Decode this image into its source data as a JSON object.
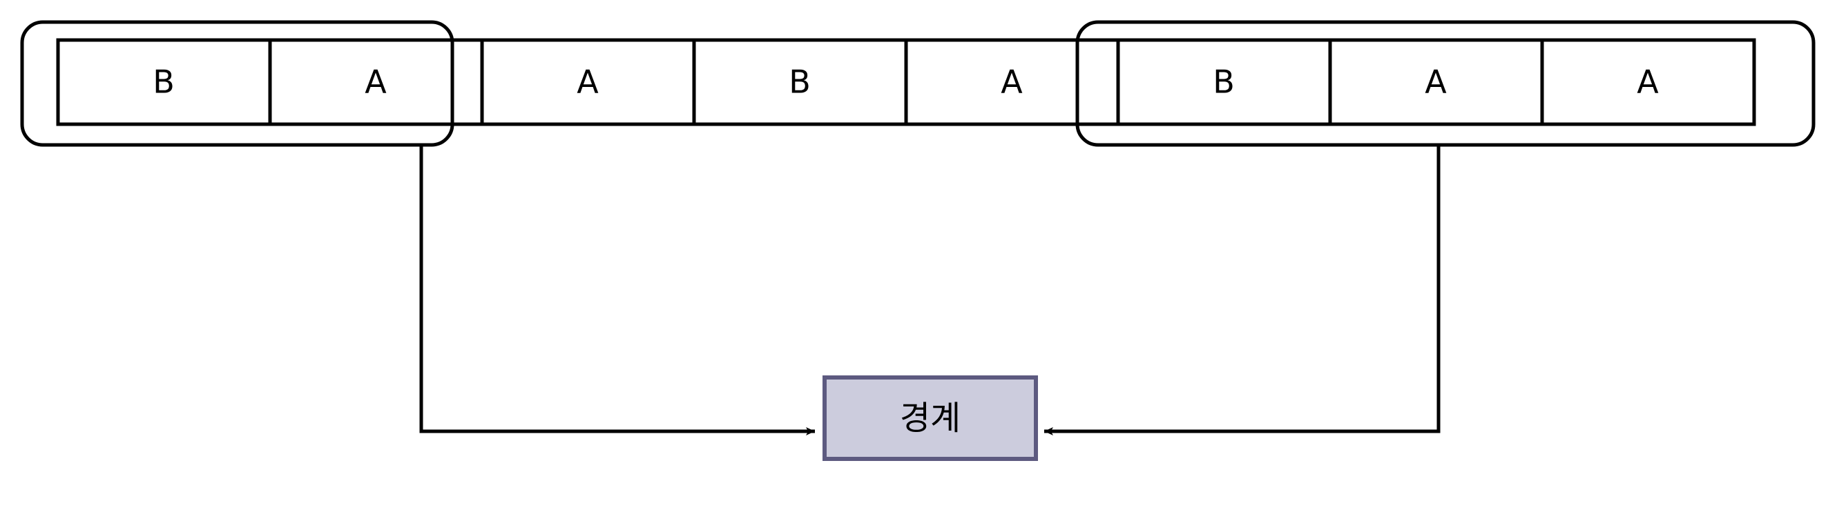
{
  "diagram": {
    "title": "",
    "colors": {
      "stroke": "#000000",
      "background": "#ffffff",
      "box_fill": "#ccccdd",
      "box_border": "#5d5a80"
    },
    "strip": {
      "name": "sequence-strip",
      "cells": [
        {
          "label": "B"
        },
        {
          "label": "A"
        },
        {
          "label": "A"
        },
        {
          "label": "B"
        },
        {
          "label": "A"
        },
        {
          "label": "B"
        },
        {
          "label": "A"
        },
        {
          "label": "A"
        }
      ]
    },
    "groups": [
      {
        "name": "left-group",
        "covers": [
          0,
          1,
          2
        ]
      },
      {
        "name": "right-group",
        "covers": [
          5,
          6,
          7
        ]
      }
    ],
    "target_box": {
      "label": "경계"
    },
    "connectors": [
      {
        "name": "left-connector",
        "from": "left-group",
        "to": "target_box",
        "direction": "right"
      },
      {
        "name": "right-connector",
        "from": "right-group",
        "to": "target_box",
        "direction": "left"
      }
    ]
  }
}
